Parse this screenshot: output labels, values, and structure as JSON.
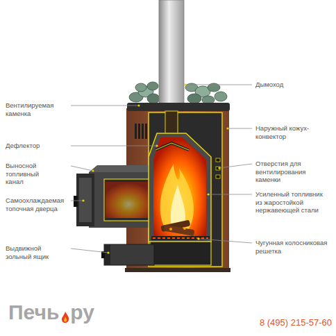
{
  "diagram": {
    "labels": [
      "Вентилируемая каменка",
      "Дефлектор",
      "Выносной топливный канал",
      "Самоохлаждаемая топочная дверца",
      "Выдвижной зольный ящик",
      "Дымоход",
      "Наружный кожух-конвектор",
      "Отверстия для вентилирования каменки",
      "Усиленный топливник из жаростойкой нержавеющей стали",
      "Чугунная колосниковая решетка",
      "Печь",
      "ру",
      "8 (495) 215-57-60"
    ]
  }
}
